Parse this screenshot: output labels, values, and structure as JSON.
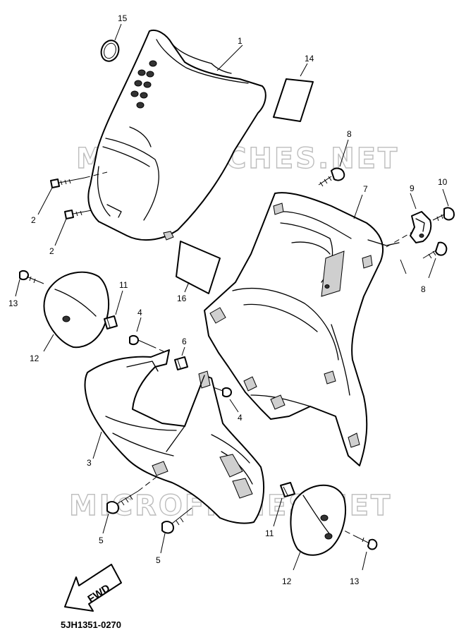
{
  "watermarks": [
    "MICROFICHES.NET",
    "MICROFICHES.NET"
  ],
  "diagram_code": "5JH1351-0270",
  "fwd_label": "FWD",
  "callouts": [
    "1",
    "2",
    "2",
    "3",
    "4",
    "4",
    "5",
    "5",
    "6",
    "7",
    "8",
    "8",
    "9",
    "10",
    "11",
    "11",
    "12",
    "12",
    "13",
    "13",
    "14",
    "15",
    "16"
  ]
}
